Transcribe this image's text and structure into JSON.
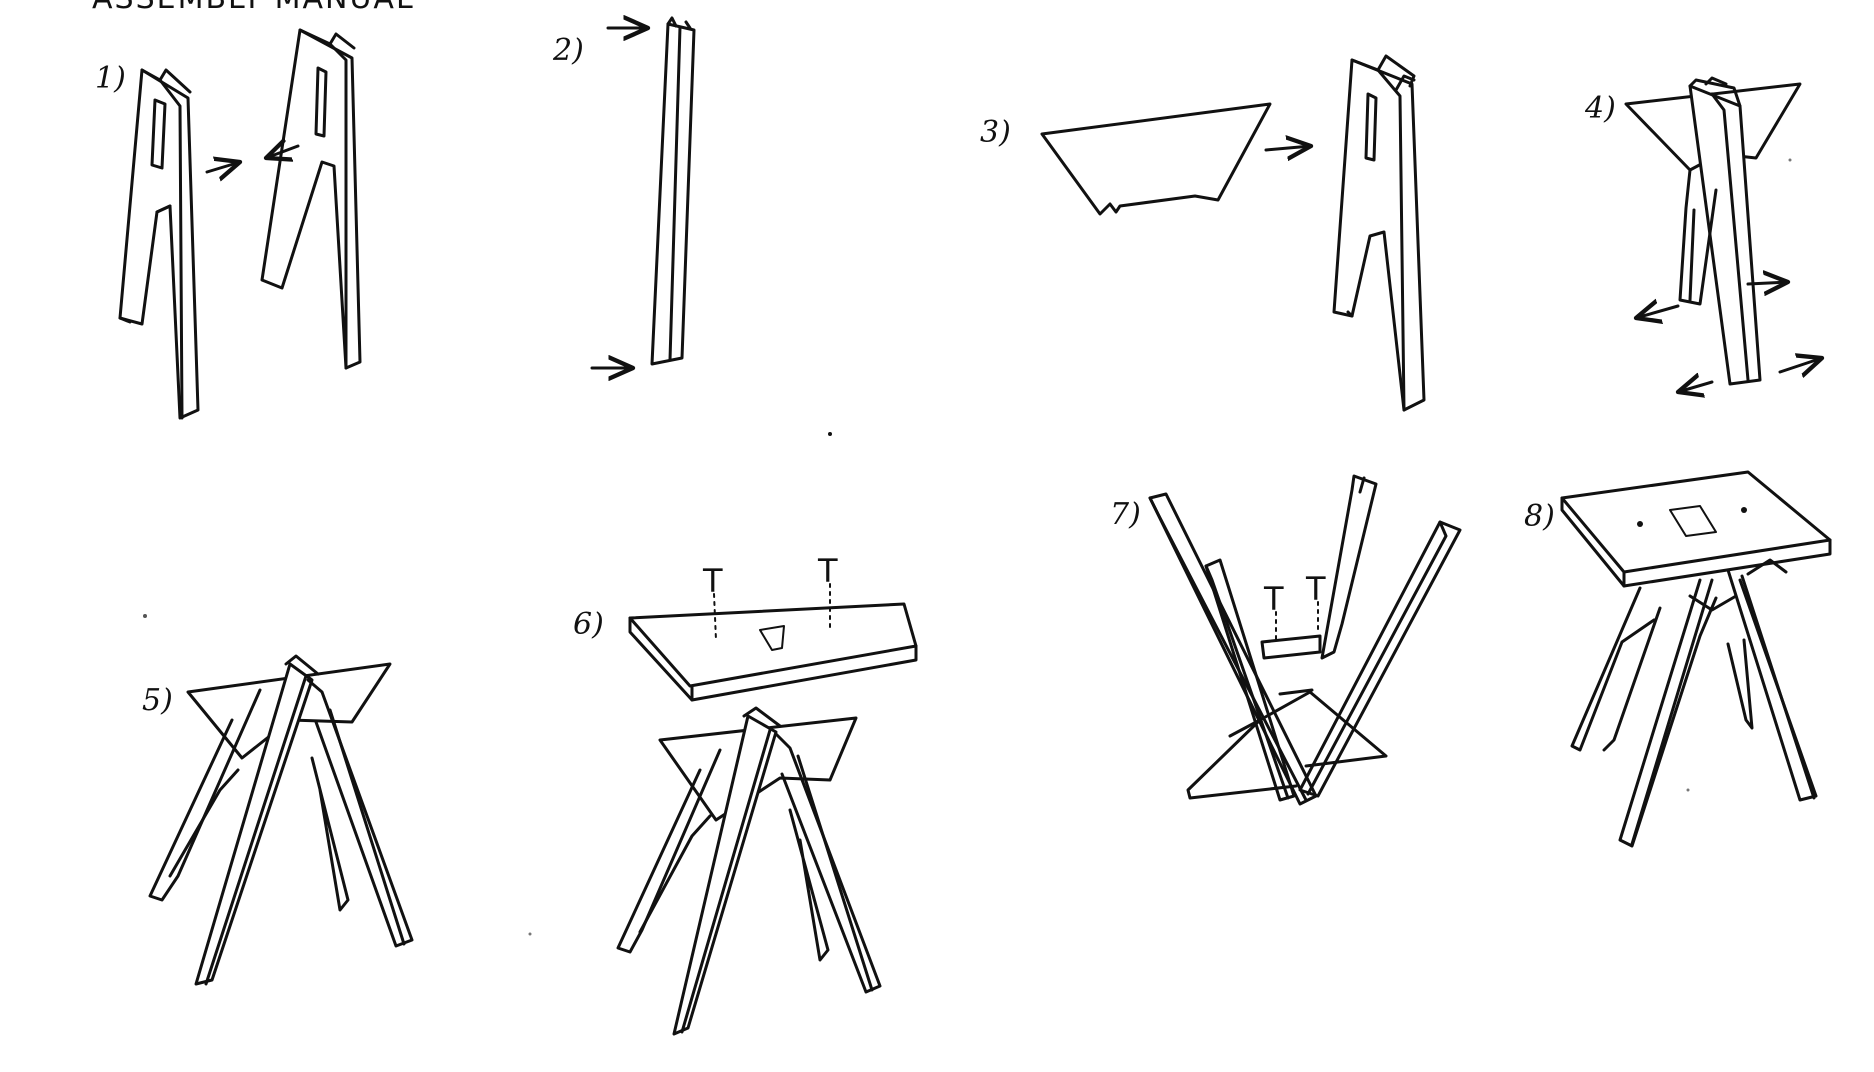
{
  "title": "ASSEMBLY MANUAL",
  "steps": [
    {
      "number": "1)"
    },
    {
      "number": "2)"
    },
    {
      "number": "3)"
    },
    {
      "number": "4)"
    },
    {
      "number": "5)"
    },
    {
      "number": "6)"
    },
    {
      "number": "7)"
    },
    {
      "number": "8)"
    }
  ],
  "screw_symbol": "T",
  "icons": [
    "arrow-icon",
    "leg-piece",
    "beam-piece",
    "triangle-brace",
    "seat-board",
    "screw-icon"
  ]
}
